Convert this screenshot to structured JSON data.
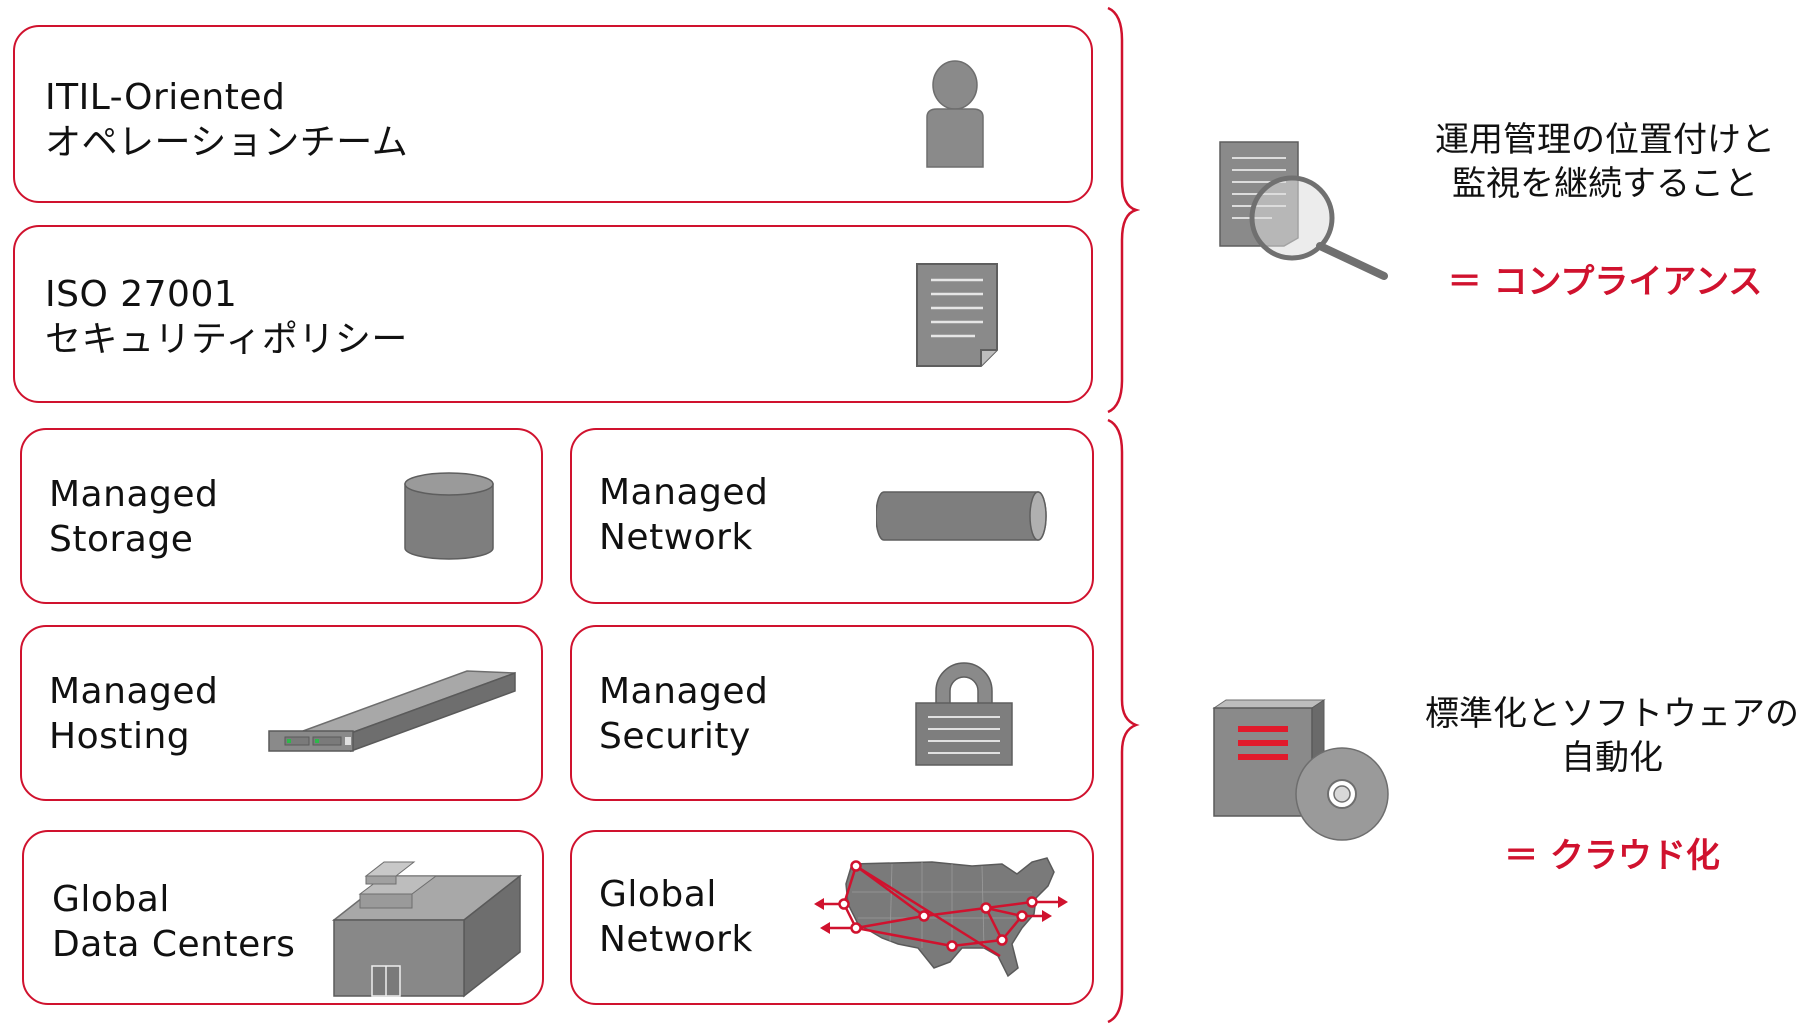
{
  "top_cards": [
    {
      "line1": "ITIL-Oriented",
      "line2": "オペレーションチーム",
      "icon": "person-icon"
    },
    {
      "line1": "ISO 27001",
      "line2": "セキュリティポリシー",
      "icon": "document-icon"
    }
  ],
  "grid_cards": [
    {
      "line1": "Managed",
      "line2": "Storage",
      "icon": "database-icon"
    },
    {
      "line1": "Managed",
      "line2": "Network",
      "icon": "pipe-icon"
    },
    {
      "line1": "Managed",
      "line2": "Hosting",
      "icon": "server-icon"
    },
    {
      "line1": "Managed",
      "line2": "Security",
      "icon": "lock-icon"
    },
    {
      "line1": "Global",
      "line2": "Data Centers",
      "icon": "datacenter-icon"
    },
    {
      "line1": "Global",
      "line2": "Network",
      "icon": "us-map-network-icon"
    }
  ],
  "compliance": {
    "line1": "運用管理の位置付けと",
    "line2": "監視を継続すること",
    "equals": "＝ コンプライアンス",
    "icon": "document-magnifier-icon"
  },
  "cloud": {
    "line1": "標準化とソフトウェアの",
    "line2": "自動化",
    "equals": "＝ クラウド化",
    "icon": "software-box-cd-icon"
  },
  "colors": {
    "accent": "#d0122e",
    "icon_gray": "#8a8a8a",
    "icon_dark": "#6e6e6e"
  }
}
